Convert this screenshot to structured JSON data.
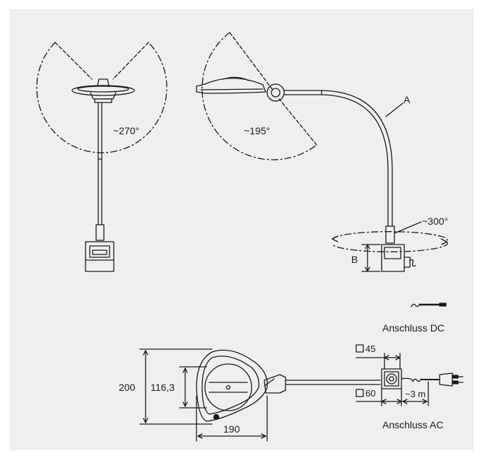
{
  "labels": {
    "angle_top_left": "~270°",
    "angle_side": "~195°",
    "angle_base": "~300°",
    "arm_letter": "A",
    "base_letter": "B",
    "conn_dc": "Anschluss DC",
    "conn_ac": "Anschluss AC",
    "dim_height": "200",
    "dim_inner": "116,3",
    "dim_width": "190",
    "dim_sq45": "45",
    "dim_sq60": "60",
    "dim_cable": "~3 m"
  },
  "colors": {
    "background": "#efefef",
    "line": "#1a1a1a"
  }
}
